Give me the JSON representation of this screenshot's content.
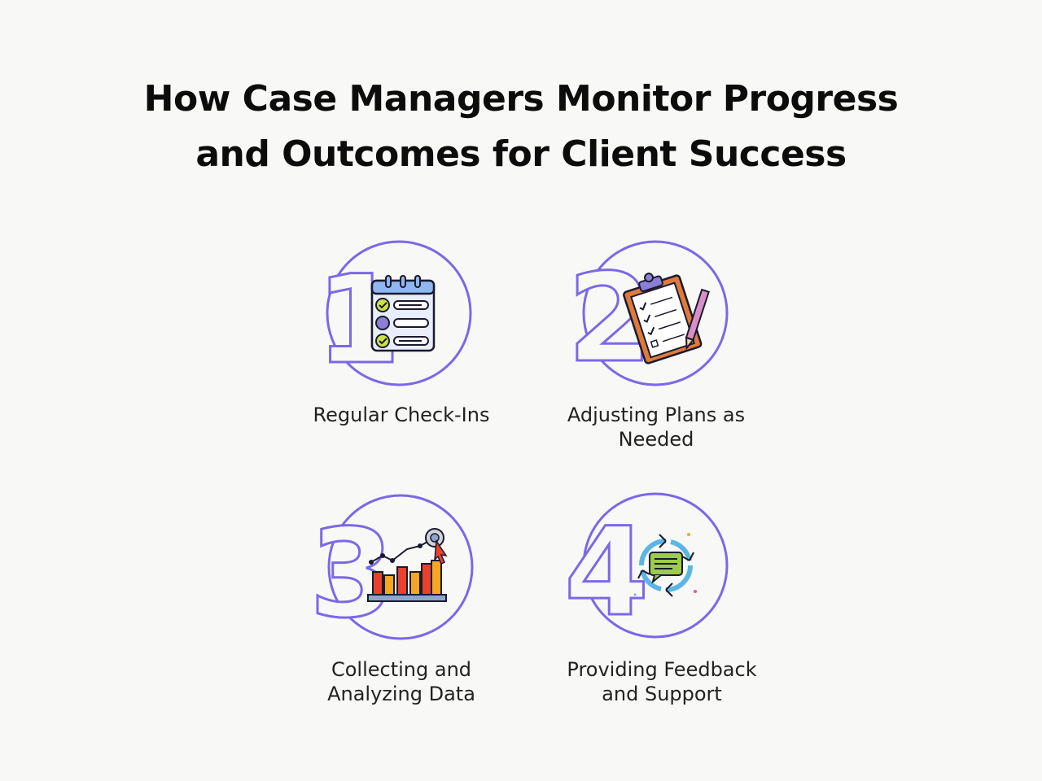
{
  "title": {
    "line1": "How Case Managers Monitor Progress",
    "line2": "and Outcomes for Client Success"
  },
  "steps": [
    {
      "number": "1",
      "label": "Regular Check-Ins",
      "icon": "checklist-calendar-icon"
    },
    {
      "number": "2",
      "label": "Adjusting Plans as Needed",
      "icon": "clipboard-pencil-icon"
    },
    {
      "number": "3",
      "label": "Collecting and Analyzing Data",
      "icon": "bar-chart-analytics-icon"
    },
    {
      "number": "4",
      "label": "Providing Feedback and Support",
      "icon": "feedback-cycle-icon"
    }
  ],
  "colors": {
    "accent": "#7b68e8",
    "background": "#f8f8f6",
    "text": "#111111"
  }
}
